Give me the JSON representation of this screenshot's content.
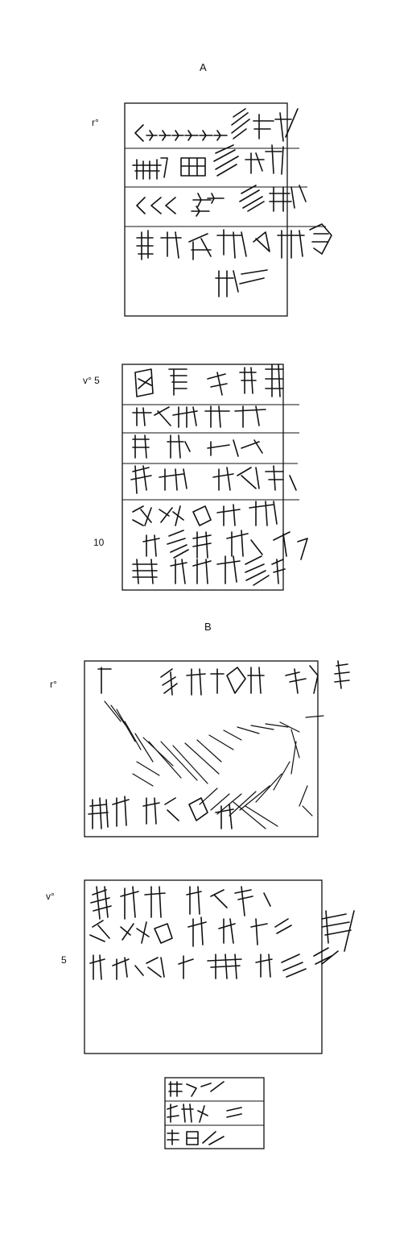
{
  "labels": {
    "section_a": "A",
    "section_b": "B",
    "a_recto": "r°",
    "a_verso": "v° 5",
    "a_line10": "10",
    "b_recto": "r°",
    "b_verso": "v°",
    "b_line5": "5"
  },
  "colors": {
    "ink": "#111111",
    "paper": "#ffffff"
  }
}
